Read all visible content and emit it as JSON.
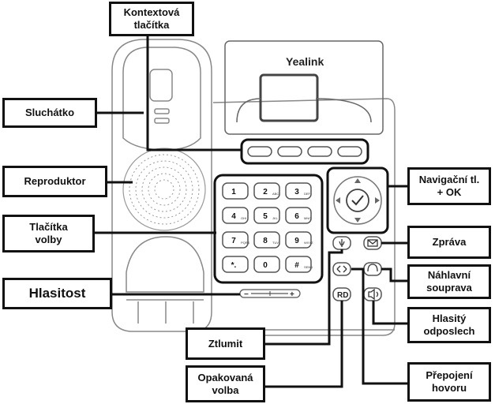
{
  "brand": "Yealink",
  "labels": {
    "context_keys": "Kontextová\ntlačítka",
    "handset": "Sluchátko",
    "speaker": "Reproduktor",
    "dial_keys": "Tlačítka\nvolby",
    "volume": "Hlasitost",
    "navigation": "Navigační tl.\n+ OK",
    "message": "Zpráva",
    "headset": "Náhlavní\nsouprava",
    "speakerphone": "Hlasitý\nodposlech",
    "transfer": "Přepojení\nhovoru",
    "redial": "Opakovaná\nvolba",
    "mute": "Ztlumit"
  },
  "keypad": {
    "keys": [
      "1",
      "2",
      "3",
      "4",
      "5",
      "6",
      "7",
      "8",
      "9",
      "*.",
      "0",
      "#"
    ],
    "sublabels": [
      "",
      "ABC",
      "DEF",
      "GHI",
      "JKL",
      "MNO",
      "PQRS",
      "TUV",
      "WXYZ",
      "",
      "",
      "SEND"
    ]
  },
  "buttons": {
    "redial": "RD"
  },
  "volume_bar": {
    "minus": "−",
    "plus": "+"
  }
}
